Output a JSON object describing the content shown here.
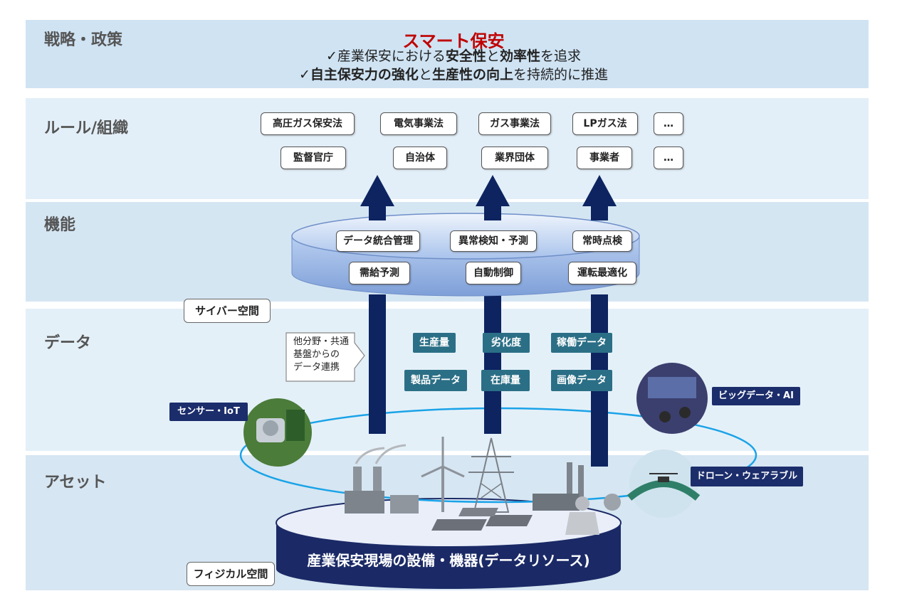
{
  "layers": {
    "strategy": "戦略・政策",
    "rules": "ルール/組織",
    "function": "機能",
    "data": "データ",
    "asset": "アセット"
  },
  "strategy": {
    "title": "スマート保安",
    "line1_pre": "✓産業保安における",
    "line1_b1": "安全性",
    "line1_mid": "と",
    "line1_b2": "効率性",
    "line1_post": "を追求",
    "line2_b1": "✓自主保安力の強化",
    "line2_mid": "と",
    "line2_b2": "生産性の向上",
    "line2_post": "を持続的に推進"
  },
  "rules": {
    "row1": [
      "高圧ガス保安法",
      "電気事業法",
      "ガス事業法",
      "LPガス法",
      "…"
    ],
    "row2": [
      "監督官庁",
      "自治体",
      "業界団体",
      "事業者",
      "…"
    ]
  },
  "functions": {
    "row1": [
      "データ統合管理",
      "異常検知・予測",
      "常時点検"
    ],
    "row2": [
      "需給予測",
      "自動制御",
      "運転最適化"
    ]
  },
  "cyber_space": "サイバー空間",
  "physical_space": "フィジカル空間",
  "data_items": {
    "row1": [
      "生産量",
      "劣化度",
      "稼働データ"
    ],
    "row2": [
      "製品データ",
      "在庫量",
      "画像データ"
    ]
  },
  "callout": [
    "他分野・共通",
    "基盤からの",
    "データ連携"
  ],
  "tags": {
    "sensor": "センサー・IoT",
    "bigdata": "ビッグデータ・AI",
    "drone": "ドローン・ウェアラブル"
  },
  "asset_disk_label": "産業保安現場の設備・機器(データリソース)",
  "colors": {
    "title_red": "#c00000",
    "navy": "#0d2461",
    "teal": "#2b6f86",
    "ellipse": "#1aa3e8"
  }
}
